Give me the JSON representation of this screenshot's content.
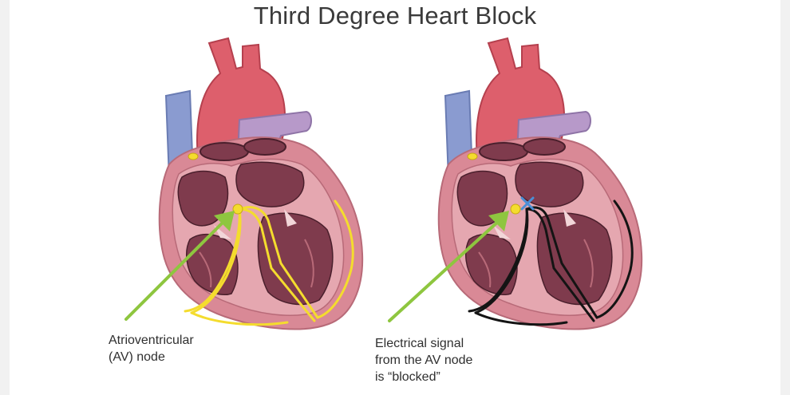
{
  "title": "Third Degree Heart Block",
  "labels": {
    "av_node": [
      "Atrioventricular",
      "(AV) node"
    ],
    "blocked_signal": [
      "Electrical signal",
      "from the AV node",
      "is “blocked”"
    ]
  },
  "colors": {
    "background": "#f1f1f1",
    "panel": "#ffffff",
    "heart_outer": "#d98996",
    "heart_inner": "#e5a7b0",
    "chamber": "#7f3b4d",
    "chamber_shadow": "#62283a",
    "aorta": "#dd5f6c",
    "vein": "#8a9bd0",
    "pulmonary": "#b799c9",
    "conduction_normal": "#f4dc2e",
    "conduction_blocked": "#141414",
    "block_mark": "#4a8fd6",
    "arrow": "#8ec63f"
  },
  "icons": [
    "av-node-marker",
    "block-x-icon",
    "pointer-arrow-icon"
  ]
}
